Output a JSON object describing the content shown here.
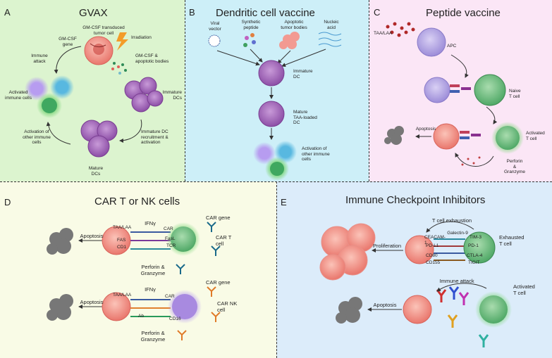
{
  "colors": {
    "panel_a": "#dcf4cf",
    "panel_b": "#cdeff8",
    "panel_c": "#fbe6f6",
    "panel_d": "#f9fbe6",
    "panel_e": "#dcecfa",
    "dendritic_cell": "#a066b8",
    "tumor_cell": "#f08a80",
    "t_cell": "#6fbf84",
    "nk_cell": "#b7a3e8",
    "apoptotic_body": "#7d7d7d"
  },
  "panels": {
    "a": {
      "letter": "A",
      "title": "GVAX",
      "labels": {
        "transduced_cell": "GM-CSF transduced\ntumor cell",
        "gene": "GM-CSF\ngene",
        "irradiation": "Irradiation",
        "apoptotic_bodies": "GM-CSF &\napoptotic bodies",
        "immune_attack": "Immune\nattack",
        "activated_cells": "Activated\nimmune cells",
        "immature_dcs": "Immature\nDCs",
        "activation_other": "Activation of\nother immune\ncells",
        "recruitment": "Immature DC\nrecruitment &\nactivation",
        "mature_dcs": "Mature\nDCs"
      }
    },
    "b": {
      "letter": "B",
      "title": "Dendritic cell vaccine",
      "labels": {
        "viral_vector": "Viral\nvector",
        "synthetic_peptide": "Synthetic\npeptide",
        "apoptotic_bodies": "Apoptotic\ntumor bodies",
        "nucleic_acid": "Nucleic\nacid",
        "immature_dc": "Immature\nDC",
        "mature_dc": "Mature\nTAA-loaded\nDC",
        "activation_other": "Activation of\nother immune\ncells"
      }
    },
    "c": {
      "letter": "C",
      "title": "Peptide vaccine",
      "labels": {
        "taa_laa": "TAA/LAA",
        "apc": "APC",
        "naive_t": "Naive\nT cell",
        "activated_t": "Activated\nT cell",
        "apoptosis": "Apoptosis",
        "perforin": "Perforin\n&\nGranzyme"
      }
    },
    "d": {
      "letter": "D",
      "title": "CAR T or NK cells",
      "labels": {
        "apoptosis_top": "Apoptosis",
        "ifn_top": "IFNγ",
        "car_gene_top": "CAR gene",
        "car_t_cell": "CAR T\ncell",
        "perforin_top": "Perforin &\nGranzyme",
        "taa_top": "TAA/LAA",
        "fas_top": "FAS",
        "cd1_top": "CD1",
        "car_top": "CAR",
        "fasl_top": "FasL",
        "tcr_top": "TCR",
        "apoptosis_bottom": "Apoptosis",
        "ifn_bottom": "IFNγ",
        "car_gene_bottom": "CAR gene",
        "car_nk_cell": "CAR NK\ncell",
        "perforin_bottom": "Perforin &\nGranzyme",
        "taa_bottom": "TAA/LAA",
        "cd16": "CD16",
        "car_bottom": "CAR",
        "ab": "Ab"
      }
    },
    "e": {
      "letter": "E",
      "title": "Immune Checkpoint Inhibitors",
      "labels": {
        "exhaustion": "T cell exhaustion",
        "exhausted_t": "Exhausted\nT cell",
        "proliferation": "Proliferation",
        "galectin": "Galectin-9",
        "ceacam": "CEACAM-1",
        "pdl1": "PD-L1",
        "cd80": "CD80",
        "cd155": "CD155",
        "tim3": "TIM-3",
        "pd1": "PD-1",
        "ctla4": "CTLA-4",
        "tigit": "TIGIT",
        "immune_attack": "Immune attack",
        "activated_t": "Activated\nT cell",
        "apoptosis": "Apoptosis"
      }
    }
  }
}
